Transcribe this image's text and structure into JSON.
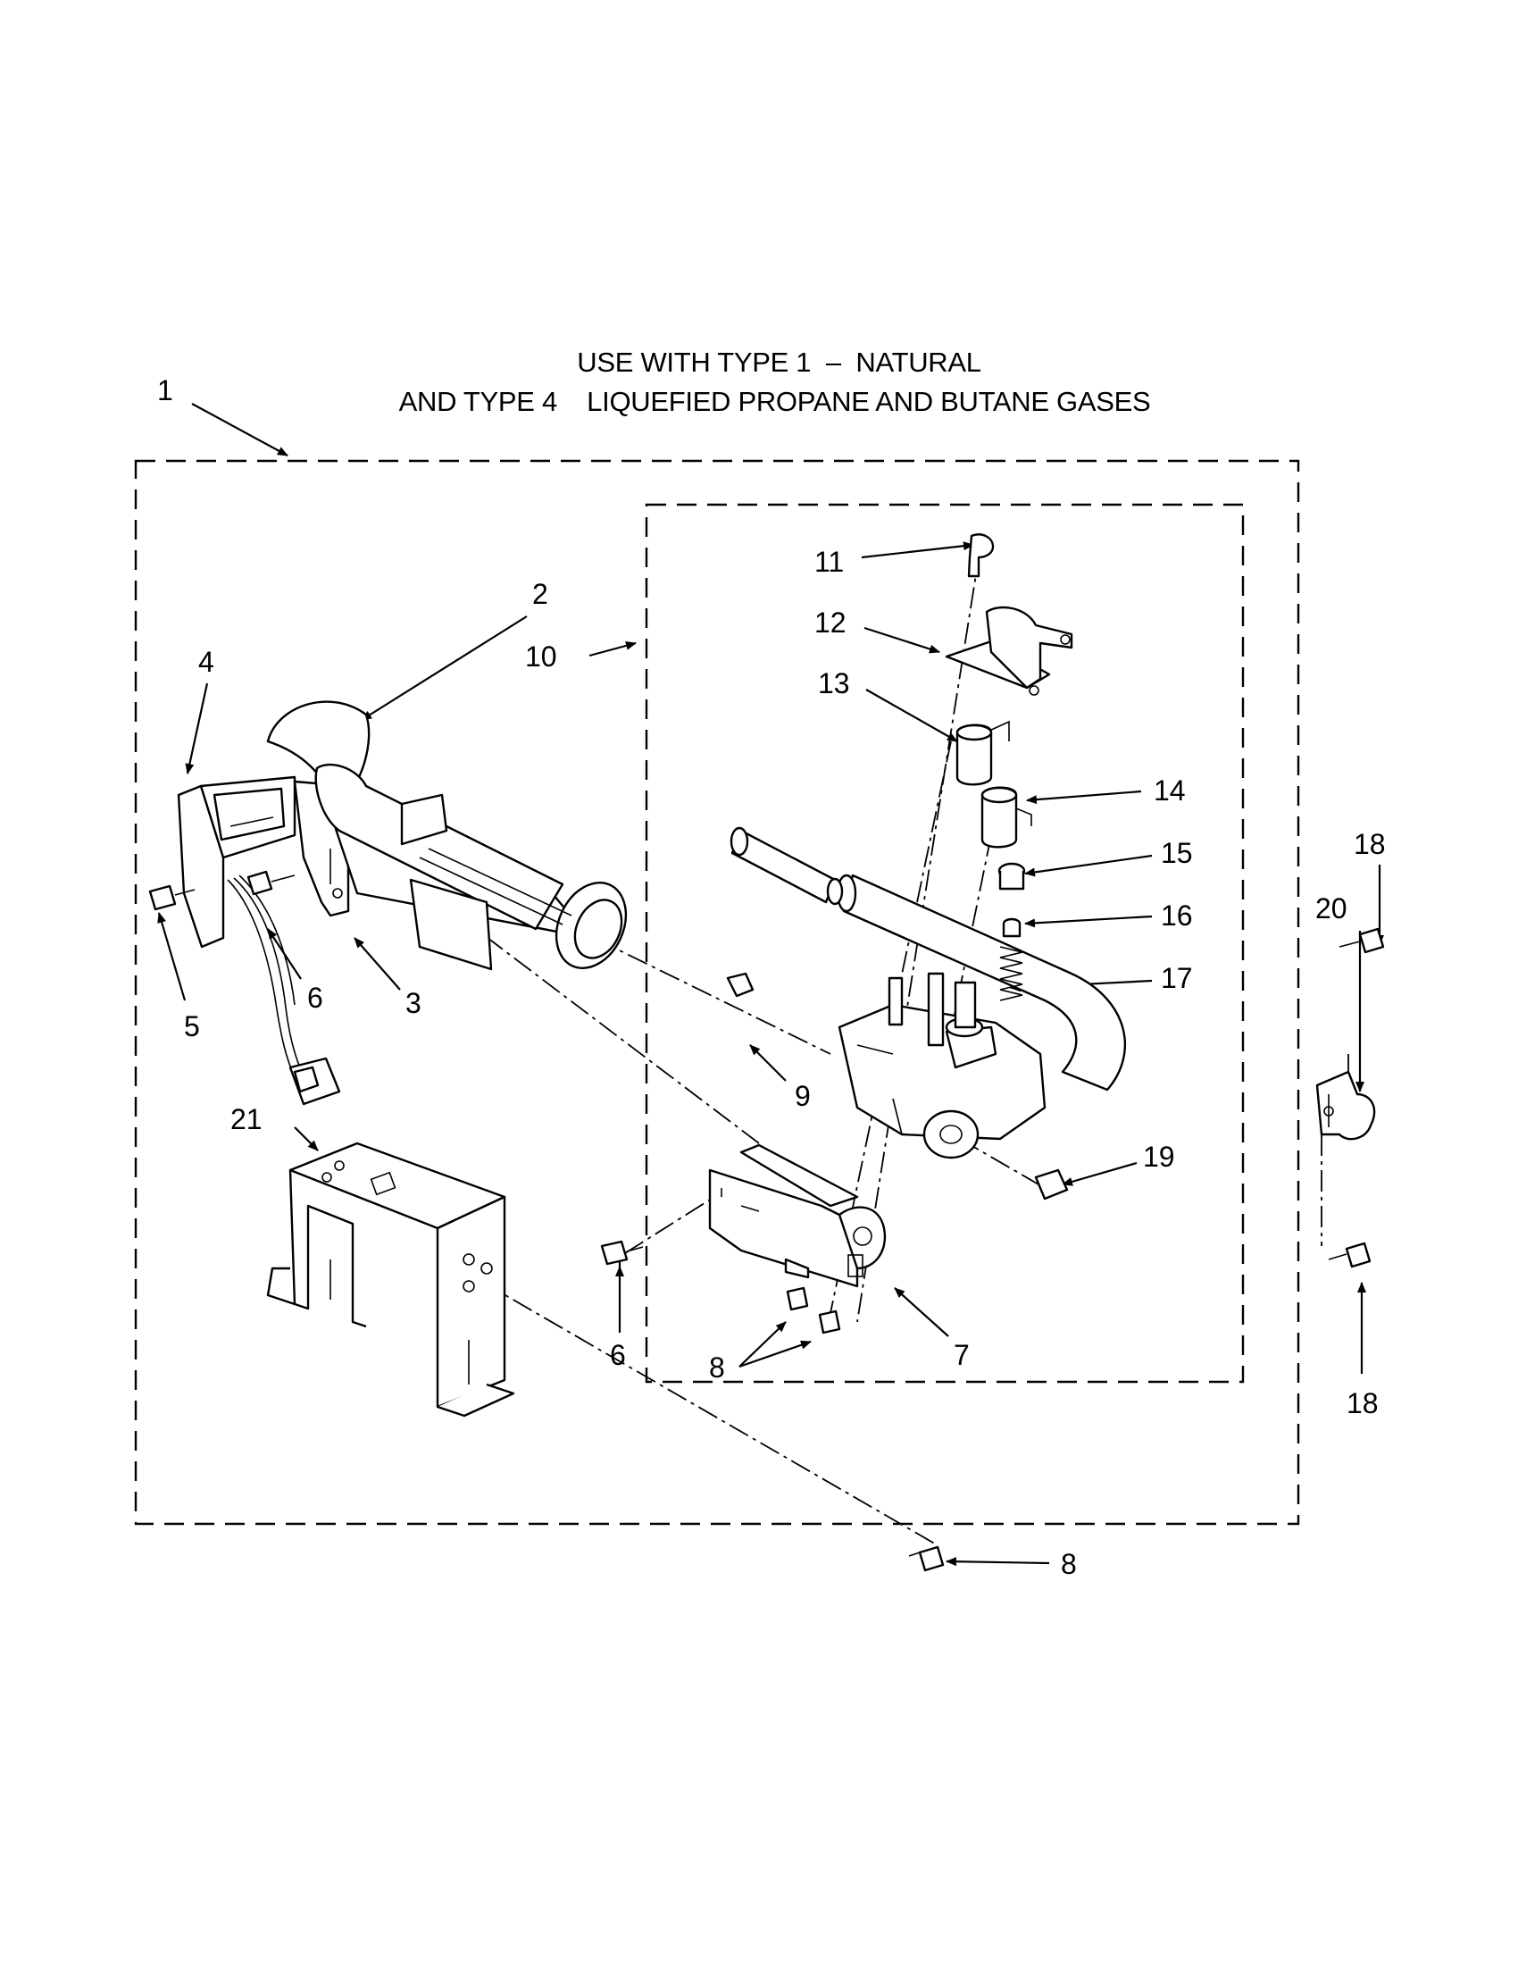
{
  "title": {
    "line1": "USE WITH TYPE 1  –  NATURAL",
    "line2": "AND TYPE 4    LIQUEFIED PROPANE AND BUTANE GASES"
  },
  "callouts": {
    "c1": "1",
    "c2": "2",
    "c3": "3",
    "c4": "4",
    "c5": "5",
    "c6a": "6",
    "c6b": "6",
    "c7": "7",
    "c8a": "8",
    "c8b": "8",
    "c9": "9",
    "c10": "10",
    "c11": "11",
    "c12": "12",
    "c13": "13",
    "c14": "14",
    "c15": "15",
    "c16": "16",
    "c17": "17",
    "c18a": "18",
    "c18b": "18",
    "c19": "19",
    "c20": "20",
    "c21": "21"
  }
}
